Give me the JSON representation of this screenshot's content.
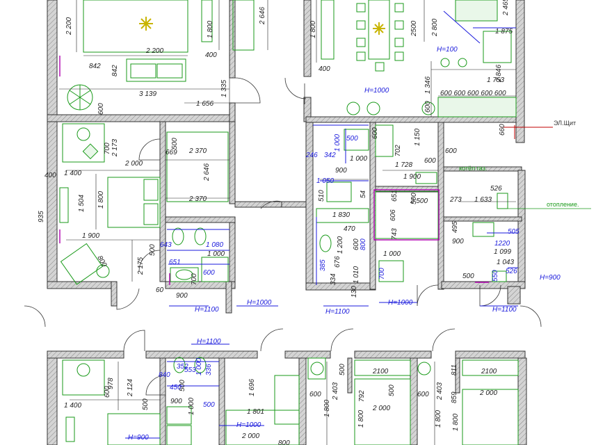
{
  "dims": {
    "d2200a": "2 200",
    "d1800a": "1 800",
    "d2646a": "2 646",
    "d400a": "400",
    "d2200b": "2 200",
    "d842a": "842",
    "d842b": "842",
    "d3139": "3 139",
    "d1656": "1 656",
    "d1335": "1 335",
    "d600a": "600",
    "d1800b": "1 800",
    "d2500a": "2500",
    "d400b": "400",
    "d2800": "2 800",
    "d2465": "2 465",
    "d1875": "1 875",
    "d2846": "2 846",
    "d1753": "1 753",
    "d1346": "1 346",
    "d600row": "600 600 600 600 600",
    "d600b": "600",
    "d660": "660",
    "d2173": "2 173",
    "d700a": "700",
    "d500a": "500",
    "d2370a": "2 370",
    "d2000a": "2 000",
    "d1400a": "1 400",
    "d400c": "400",
    "d1800c": "1 800",
    "d1504": "1 504",
    "d2646b": "2 646",
    "d935": "935",
    "d2370b": "2 370",
    "d1900a": "1 900",
    "d800a": "800",
    "d2175": "2 175",
    "d500b": "500",
    "d900a": "900",
    "d1000a": "1 000",
    "d651a": "651",
    "d669": "669",
    "d1080a": "1 080",
    "d1000b": "1 000",
    "d500c": "500",
    "d700b": "700",
    "d60": "60",
    "d900b": "900",
    "d600c": "600",
    "d702": "702",
    "d1150": "1 150",
    "d1000c": "1 000",
    "d1728": "1 728",
    "d600d": "600",
    "d900c": "900",
    "d1900b": "1 900",
    "d510": "510",
    "d54": "54",
    "d651b": "651",
    "d2500b": "2 500",
    "d1830": "1 830",
    "d470": "470",
    "d743": "743",
    "d606": "606",
    "d1200": "1 200",
    "d600e": "600",
    "d676": "676",
    "d1000d": "1 000",
    "d1010": "1 010",
    "d334": "334",
    "d130": "130",
    "d500d": "500",
    "d273": "273",
    "d1633": "1 633",
    "d526a": "526",
    "d495": "495",
    "d900d": "900",
    "d1099": "1 099",
    "d1043": "1 043",
    "d600f": "600",
    "d500e": "500",
    "d2000b": "2 000",
    "d978": "978",
    "d600g": "600",
    "d2124": "2 124",
    "d1400b": "1 400",
    "d500f": "500",
    "d1696": "1 696",
    "d1801": "1 801",
    "d2000c": "2 000",
    "d800b": "800",
    "d2403a": "2 403",
    "d600h": "600",
    "d1800d": "1 800",
    "d792": "792",
    "d500g": "500",
    "d1800e": "1 800",
    "d2100a": "2100",
    "d2000d": "2 000",
    "d500h": "500",
    "d2100b": "2100",
    "d811": "811",
    "d2403b": "2 403",
    "d859": "859",
    "d600i": "600",
    "d1800f": "1 800",
    "d2000e": "2 000",
    "d1800g": "1 800",
    "d1000e": "1 000",
    "d500i": "500",
    "d900e": "900"
  },
  "blue": {
    "h100": "H=100",
    "h1000a": "H=1000",
    "b500a": "500",
    "b1000a": "1 000",
    "b246": "246",
    "b342": "342",
    "b1050": "1 050",
    "b643": "643",
    "b1080": "1 080",
    "b651": "651",
    "b600a": "600",
    "h1000b": "H=1000",
    "h1100a": "H=1100",
    "b385": "385",
    "b800": "800",
    "b700": "700",
    "h1000c": "H=1000",
    "h1100b": "H=1100",
    "b505": "505",
    "b1220": "1220",
    "b526": "526",
    "b550": "550",
    "h900a": "H=900",
    "h1100c": "H=1100",
    "h1100d": "H=1100",
    "b352": "352",
    "b553": "553",
    "b336": "336",
    "b840": "840",
    "b450": "450",
    "b500b": "500",
    "h1000d": "H=1000",
    "h900b": "H=900",
    "b1000b": "1 000"
  },
  "labels": {
    "el_shield": "ЭЛ.Щит",
    "gas_boiler": "котёл газ.",
    "heating": "отопление."
  },
  "colors": {
    "walls": "#c8c8c8",
    "furniture": "#1a9a1a",
    "dimensions_blue": "#1a1adc",
    "accent_magenta": "#b000b0"
  }
}
